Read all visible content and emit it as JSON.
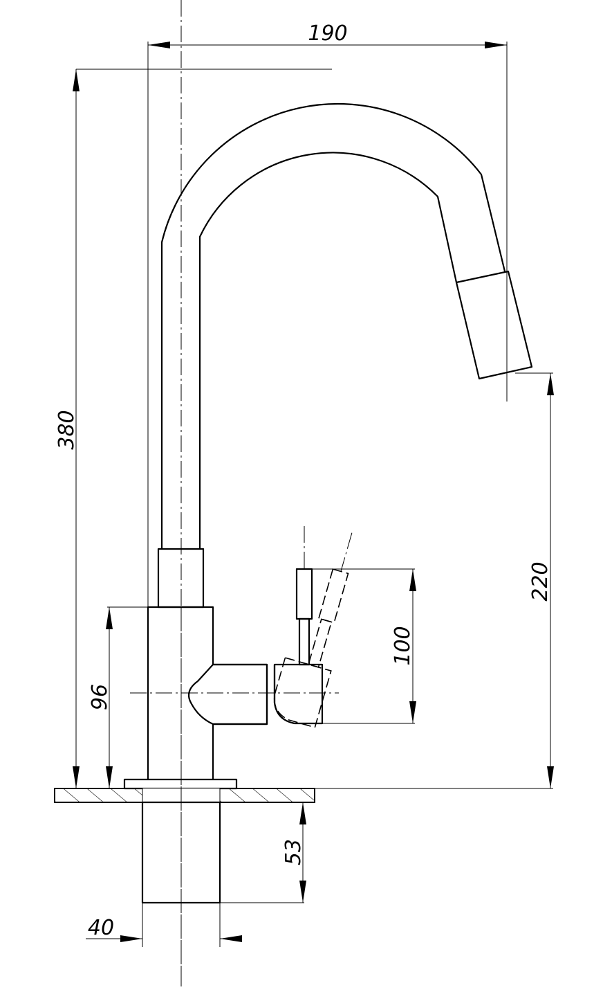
{
  "drawing": {
    "dimensions": {
      "overall_reach": "190",
      "overall_height": "380",
      "spout_outlet_height": "220",
      "lever_travel": "100",
      "body_height": "96",
      "shank_length": "53",
      "shank_diameter": "40"
    }
  }
}
